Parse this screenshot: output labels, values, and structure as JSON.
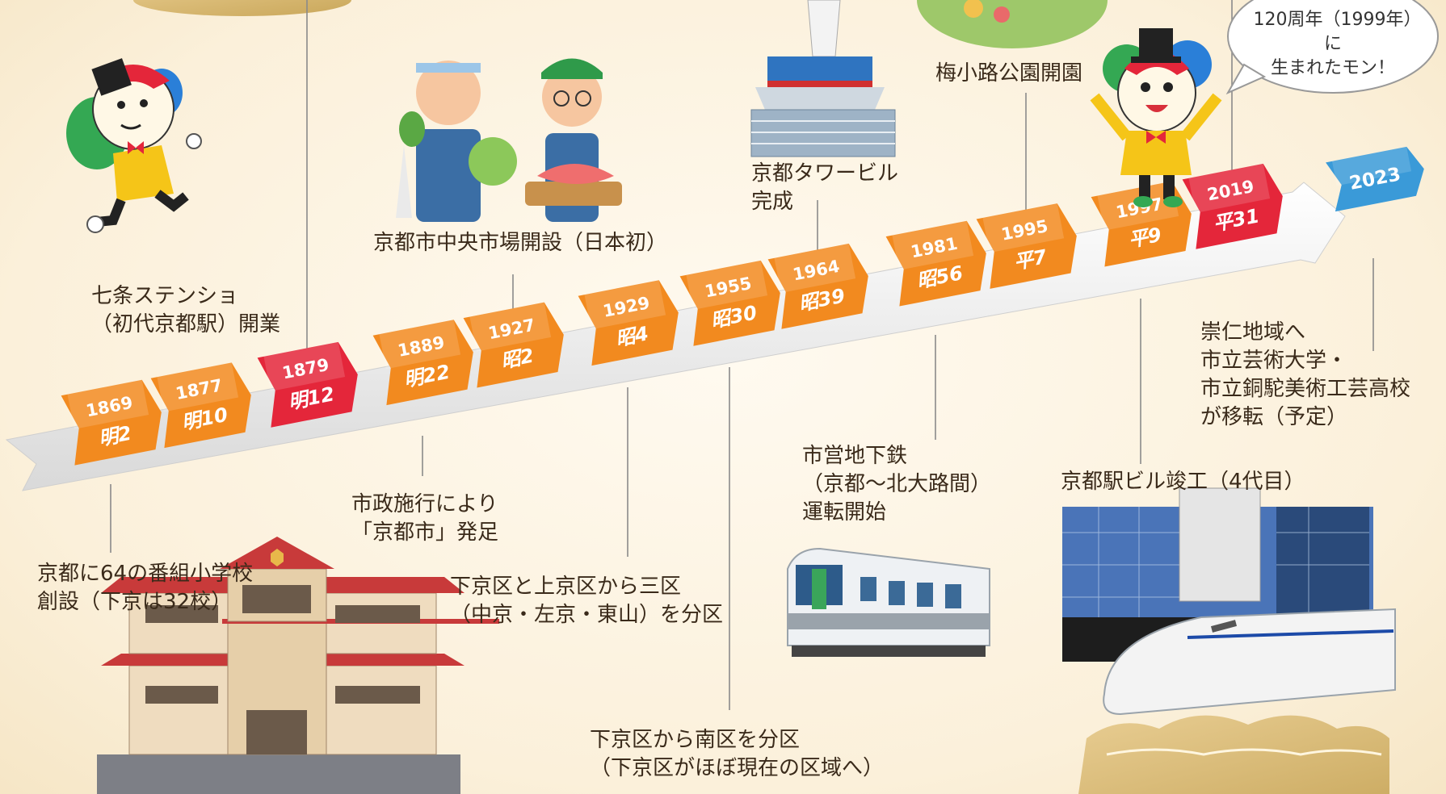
{
  "timeline": {
    "entries": [
      {
        "year": "1869",
        "era": "明2"
      },
      {
        "year": "1877",
        "era": "明10"
      },
      {
        "year": "1879",
        "era": "明12"
      },
      {
        "year": "1889",
        "era": "明22"
      },
      {
        "year": "1927",
        "era": "昭2"
      },
      {
        "year": "1929",
        "era": "昭4"
      },
      {
        "year": "1955",
        "era": "昭30"
      },
      {
        "year": "1964",
        "era": "昭39"
      },
      {
        "year": "1981",
        "era": "昭56"
      },
      {
        "year": "1995",
        "era": "平7"
      },
      {
        "year": "1997",
        "era": "平9"
      },
      {
        "year": "2019",
        "era": "平31"
      },
      {
        "year": "2023",
        "era": ""
      }
    ]
  },
  "events": {
    "e1869": "京都に64の番組小学校\n創設（下京は32校）",
    "e1877": "七条ステンショ\n（初代京都駅）開業",
    "e1889": "市政施行により\n「京都市」発足",
    "e1927": "京都市中央市場開設（日本初）",
    "e1929": "下京区と上京区から三区\n（中京・左京・東山）を分区",
    "e1955": "下京区から南区を分区\n（下京区がほぼ現在の区域へ）",
    "e1964": "京都タワービル\n完成",
    "e1981": "市営地下鉄\n（京都～北大路間）\n運転開始",
    "e1995": "梅小路公園開園",
    "e1997": "京都駅ビル竣工（4代目）",
    "e2023": "崇仁地域へ\n市立芸術大学・\n市立銅駝美術工芸高校\nが移転（予定）"
  },
  "speech_bubble": "120周年（1999年）に\n生まれたモン！",
  "colors": {
    "orange": "#f28a1f",
    "red": "#e4263a",
    "blue": "#3a9ad8",
    "background": "#fdf5e6"
  }
}
